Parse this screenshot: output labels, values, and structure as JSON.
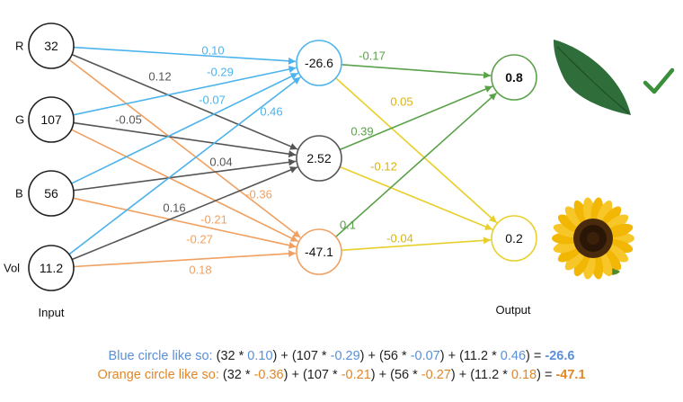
{
  "colors": {
    "blue": "#4db3ec",
    "grey": "#555555",
    "orange": "#f0a060",
    "green": "#5aa14a",
    "yellow": "#e8cf2a",
    "blue_text": "#5b8fd6",
    "orange_text": "#e0872a",
    "leaf": "#2f6e3a",
    "check": "#3a8f3a"
  },
  "input_labels": [
    "R",
    "G",
    "B",
    "Vol"
  ],
  "input_values": [
    "32",
    "107",
    "56",
    "11.2"
  ],
  "hidden_values": [
    "-26.6",
    "2.52",
    "-47.1"
  ],
  "output_values": [
    "0.8",
    "0.2"
  ],
  "captions": {
    "input": "Input",
    "output": "Output"
  },
  "weights_input_hidden": [
    [
      "0.10",
      "0.12",
      "-0.36"
    ],
    [
      "-0.29",
      "-0.05",
      "-0.21"
    ],
    [
      "-0.07",
      "0.04",
      "-0.27"
    ],
    [
      "0.46",
      "0.16",
      "0.18"
    ]
  ],
  "weights_hidden_output": [
    [
      "-0.17",
      "0.05"
    ],
    [
      "0.39",
      "-0.12"
    ],
    [
      "0.1",
      "-0.04"
    ]
  ],
  "icons": {
    "top_output": "leaf-icon",
    "check": "checkmark-icon",
    "bottom_output": "sunflower-icon"
  },
  "equations": {
    "blue": {
      "label": "Blue circle like so:",
      "open": "(32 *",
      "w1": "0.10",
      "mid1": ") + (107 *",
      "w2": "-0.29",
      "mid2": ") + (56 *",
      "w3": "-0.07",
      "mid3": ") + (11.2 *",
      "w4": "0.46",
      "close": ") = ",
      "result": "-26.6"
    },
    "orange": {
      "label": "Orange circle like so:",
      "open": "(32 *",
      "w1": "-0.36",
      "mid1": ") + (107 *",
      "w2": "-0.21",
      "mid2": ") + (56 *",
      "w3": "-0.27",
      "mid3": ") + (11.2 *",
      "w4": "0.18",
      "close": ") = ",
      "result": "-47.1"
    }
  }
}
